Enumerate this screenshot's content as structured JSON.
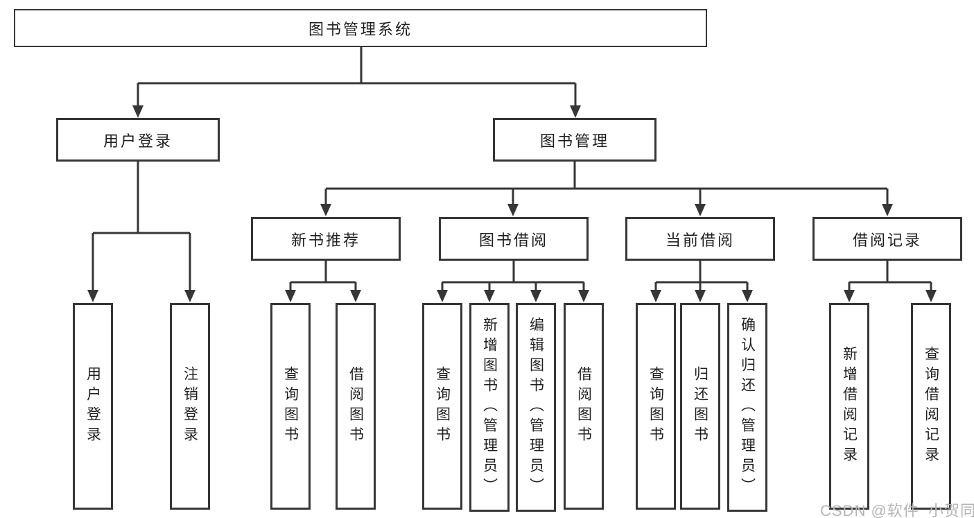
{
  "diagram": {
    "root": {
      "label": "图书管理系统"
    },
    "level2": [
      {
        "label": "用户登录"
      },
      {
        "label": "图书管理"
      }
    ],
    "level3": [
      {
        "label": "新书推荐"
      },
      {
        "label": "图书借阅"
      },
      {
        "label": "当前借阅"
      },
      {
        "label": "借阅记录"
      }
    ],
    "user_login_children": [
      {
        "label": "用户登录"
      },
      {
        "label": "注销登录"
      }
    ],
    "new_book_children": [
      {
        "label": "查询图书"
      },
      {
        "label": "借阅图书"
      }
    ],
    "book_borrow_children": [
      {
        "label": "查询图书"
      },
      {
        "label": "新增图书（管理员）"
      },
      {
        "label": "编辑图书（管理员）"
      },
      {
        "label": "借阅图书"
      }
    ],
    "current_borrow_children": [
      {
        "label": "查询图书"
      },
      {
        "label": "归还图书"
      },
      {
        "label": "确认归还（管理员）"
      }
    ],
    "borrow_record_children": [
      {
        "label": "新增借阅记录"
      },
      {
        "label": "查询借阅记录"
      }
    ],
    "watermark": {
      "text": "CSDN @软件_小贺同学"
    },
    "colors": {
      "line": "#363636",
      "text": "#1f1f1f",
      "box_fill": "#ffffff",
      "background": "#ffffff",
      "watermark": "#b5b5b5"
    }
  }
}
